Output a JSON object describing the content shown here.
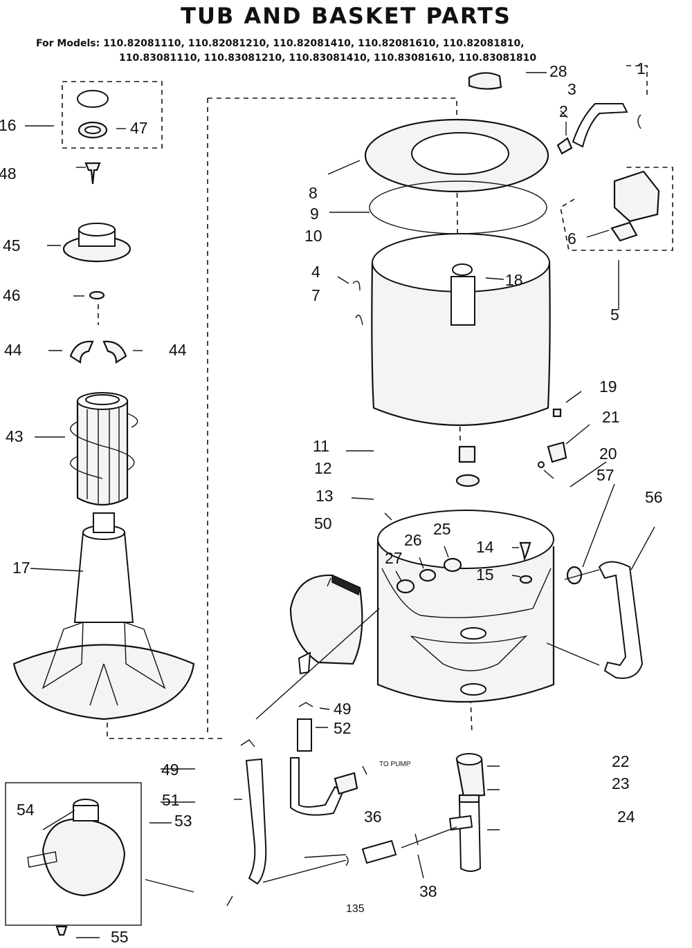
{
  "title": "TUB AND BASKET PARTS",
  "models_line1": "For Models: 110.82081110, 110.82081210, 110.82081410, 110.82081610, 110.82081810,",
  "models_line2": "110.83081110, 110.83081210, 110.83081410, 110.83081610, 110.83081810",
  "note_to_pump": "TO PUMP",
  "page_number": "135",
  "part_numbers": {
    "p1": "1",
    "p2": "2",
    "p3": "3",
    "p4": "4",
    "p5": "5",
    "p6": "6",
    "p7": "7",
    "p8": "8",
    "p9": "9",
    "p10": "10",
    "p11": "11",
    "p12": "12",
    "p13": "13",
    "p14": "14",
    "p15": "15",
    "p16": "16",
    "p17": "17",
    "p18": "18",
    "p19": "19",
    "p20": "20",
    "p21": "21",
    "p22": "22",
    "p23": "23",
    "p24": "24",
    "p25": "25",
    "p26": "26",
    "p27": "27",
    "p28": "28",
    "p36": "36",
    "p38": "38",
    "p43": "43",
    "p44": "44",
    "p45": "45",
    "p46": "46",
    "p47": "47",
    "p48": "48",
    "p49": "49",
    "p50": "50",
    "p51": "51",
    "p52": "52",
    "p53": "53",
    "p54": "54",
    "p55": "55",
    "p56": "56",
    "p57": "57"
  }
}
